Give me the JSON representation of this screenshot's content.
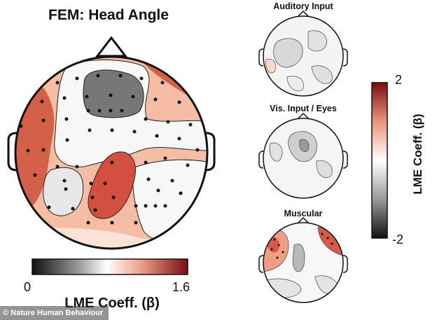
{
  "main": {
    "title": "FEM: Head Angle",
    "colorbar": {
      "min_label": "0",
      "max_label": "1.6",
      "title": "LME Coeff. (β)"
    }
  },
  "small_maps": [
    {
      "title": "Auditory Input"
    },
    {
      "title": "Vis. Input / Eyes"
    },
    {
      "title": "Muscular"
    }
  ],
  "side_colorbar": {
    "max_label": "2",
    "min_label": "-2",
    "title": "LME Coeff. (β)"
  },
  "watermark": "© Nature Human Behaviour",
  "colors": {
    "dark_red": "#9c1e26",
    "red": "#d05a4a",
    "salmon": "#f3b9a0",
    "white": "#f7f7f7",
    "light_gray": "#e6e6e6",
    "dark_gray": "#6e6e6e"
  }
}
